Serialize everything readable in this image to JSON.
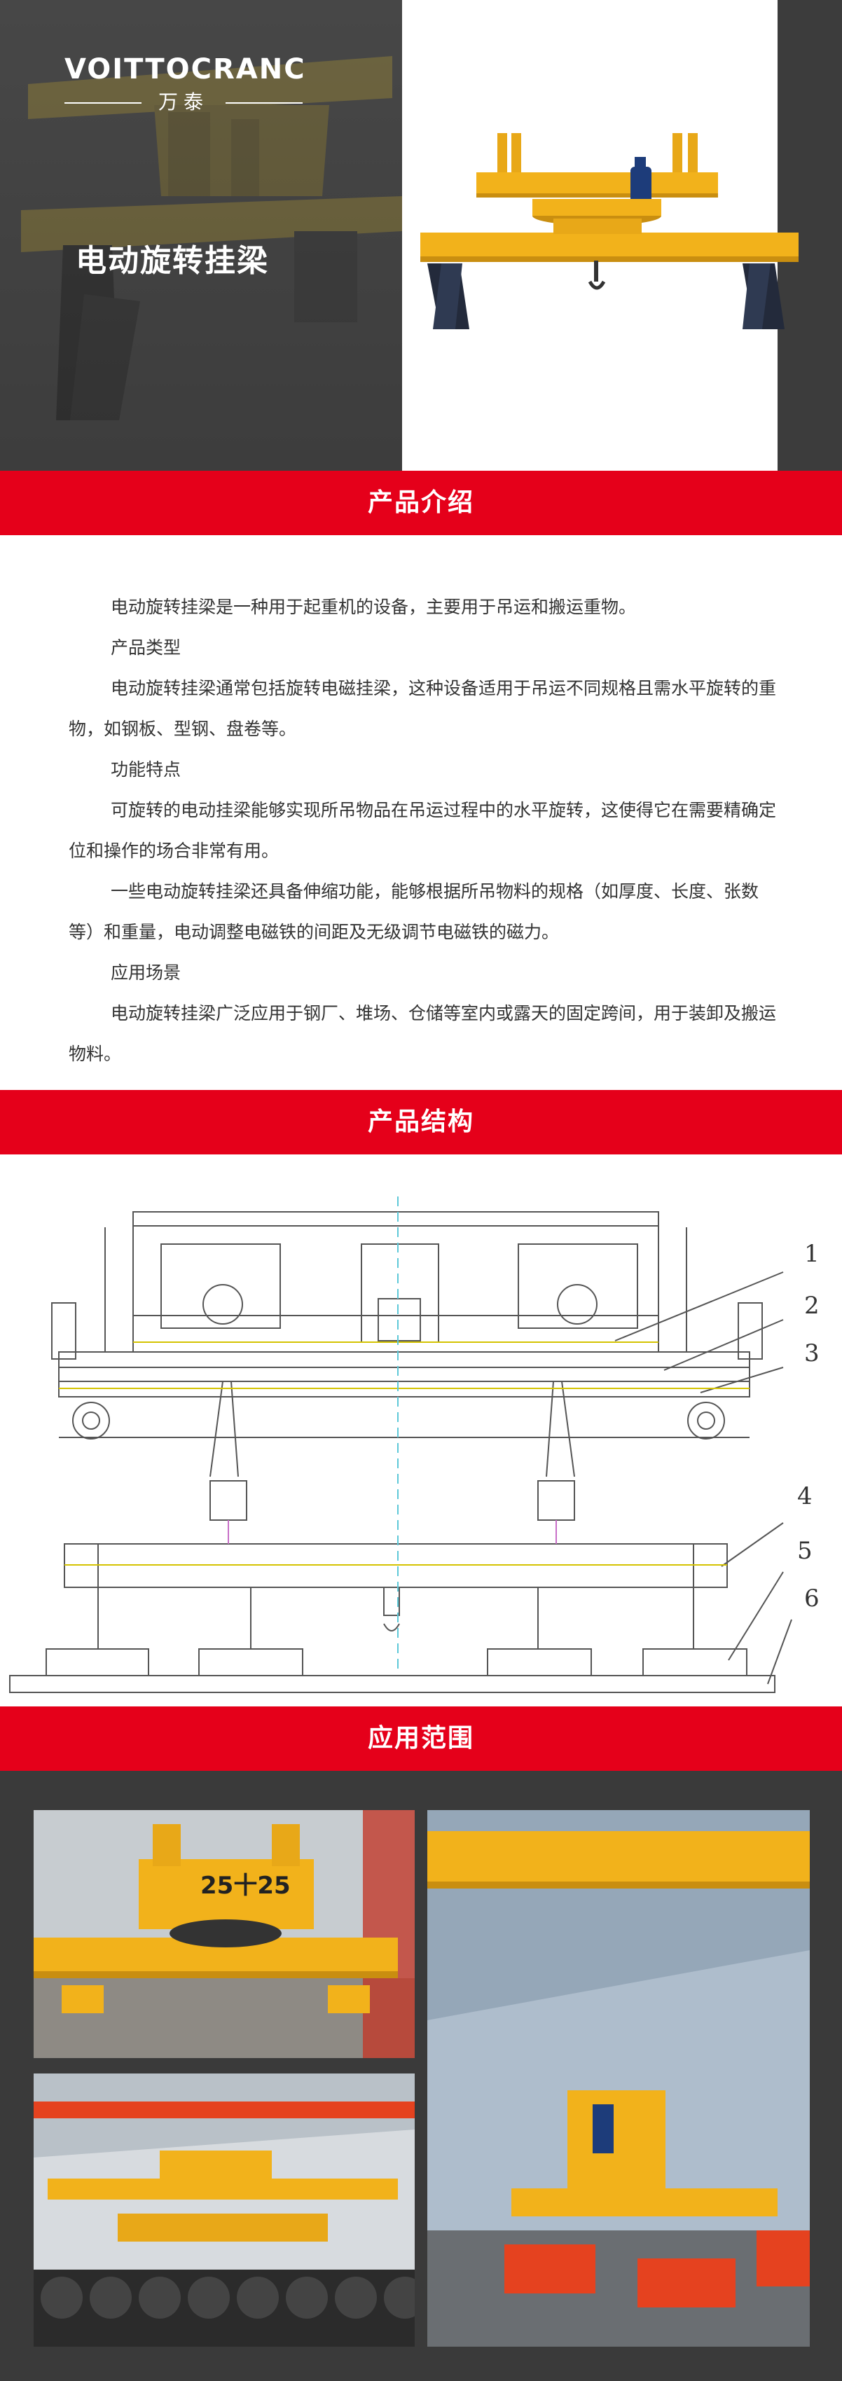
{
  "hero": {
    "logo_text": "VOITTOCRANC",
    "logo_cn": "万泰",
    "title": "电动旋转挂梁"
  },
  "sections": {
    "intro_title": "产品介绍",
    "structure_title": "产品结构",
    "application_title": "应用范围"
  },
  "intro": {
    "paragraphs": [
      "电动旋转挂梁是一种用于起重机的设备，主要用于吊运和搬运重物。",
      "产品类型",
      "电动旋转挂梁通常包括旋转电磁挂梁，这种设备适用于吊运不同规格且需水平旋转的重物，如钢板、型钢、盘卷等。",
      "功能特点",
      "可旋转的电动挂梁能够实现所吊物品在吊运过程中的水平旋转，这使得它在需要精确定位和操作的场合非常有用。",
      "一些电动旋转挂梁还具备伸缩功能，能够根据所吊物料的规格（如厚度、长度、张数等）和重量，电动调整电磁铁的间距及无级调节电磁铁的磁力。",
      "应用场景",
      "电动旋转挂梁广泛应用于钢厂、堆场、仓储等室内或露天的固定跨间，用于装卸及搬运物料。"
    ]
  },
  "diagram": {
    "callouts": [
      "1",
      "2",
      "3",
      "4",
      "5",
      "6"
    ]
  },
  "applications": {
    "photo1_label": "25十25"
  },
  "colors": {
    "brand_red": "#e5001a",
    "crane_yellow": "#f2b21b",
    "dark_bg": "#3a3a3a"
  }
}
